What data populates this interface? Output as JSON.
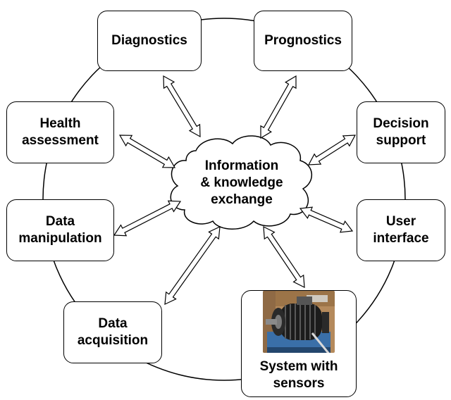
{
  "center": {
    "lines": [
      "Information",
      "& knowledge",
      "exchange"
    ]
  },
  "nodes": {
    "diagnostics": {
      "lines": [
        "Diagnostics"
      ]
    },
    "prognostics": {
      "lines": [
        "Prognostics"
      ]
    },
    "health_assessment": {
      "lines": [
        "Health",
        "assessment"
      ]
    },
    "decision_support": {
      "lines": [
        "Decision",
        "support"
      ]
    },
    "data_manipulation": {
      "lines": [
        "Data",
        "manipulation"
      ]
    },
    "user_interface": {
      "lines": [
        "User",
        "interface"
      ]
    },
    "data_acquisition": {
      "lines": [
        "Data",
        "acquisition"
      ]
    },
    "system_with_sensors": {
      "lines": [
        "System with",
        "sensors"
      ]
    }
  },
  "colors": {
    "stroke": "#000000",
    "background": "#ffffff",
    "motor_dark": "#1c1c1c",
    "stand_blue": "#3a6fa8",
    "backdrop": "#b58a5c"
  }
}
